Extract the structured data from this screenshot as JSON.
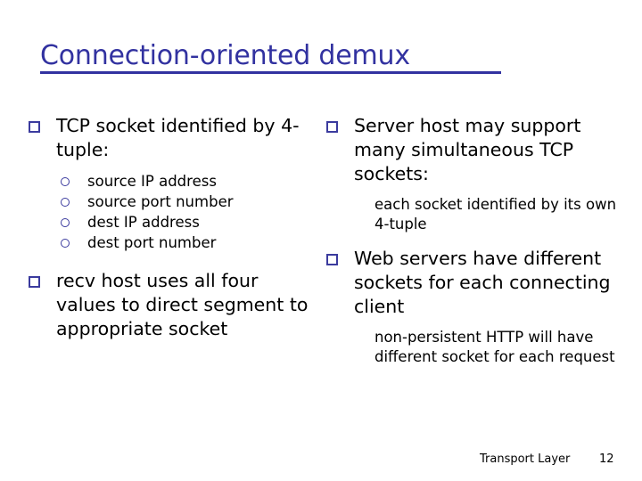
{
  "slide": {
    "title": "Connection-oriented demux",
    "title_color": "#3232a0",
    "bullet_color": "#3b3b9e",
    "text_color": "#000000",
    "background_color": "#ffffff"
  },
  "left_column": {
    "bullet1": {
      "text": "TCP socket identified by 4-tuple:",
      "marker": "square-bullet",
      "sub_items": [
        {
          "text": "source IP address",
          "marker": "circle-bullet"
        },
        {
          "text": "source port number",
          "marker": "circle-bullet"
        },
        {
          "text": "dest IP address",
          "marker": "circle-bullet"
        },
        {
          "text": "dest port number",
          "marker": "circle-bullet"
        }
      ]
    },
    "bullet2": {
      "text": "recv host uses all four values to direct segment to appropriate socket",
      "marker": "square-bullet"
    }
  },
  "right_column": {
    "bullet1": {
      "text": "Server host may support many simultaneous TCP sockets:",
      "marker": "square-bullet",
      "note": "each socket identified by its own 4-tuple"
    },
    "bullet2": {
      "text": "Web servers have different sockets for each connecting client",
      "marker": "square-bullet",
      "note": "non-persistent HTTP will have different socket for each request"
    }
  },
  "footer": {
    "label": "Transport Layer",
    "page_number": "12"
  }
}
